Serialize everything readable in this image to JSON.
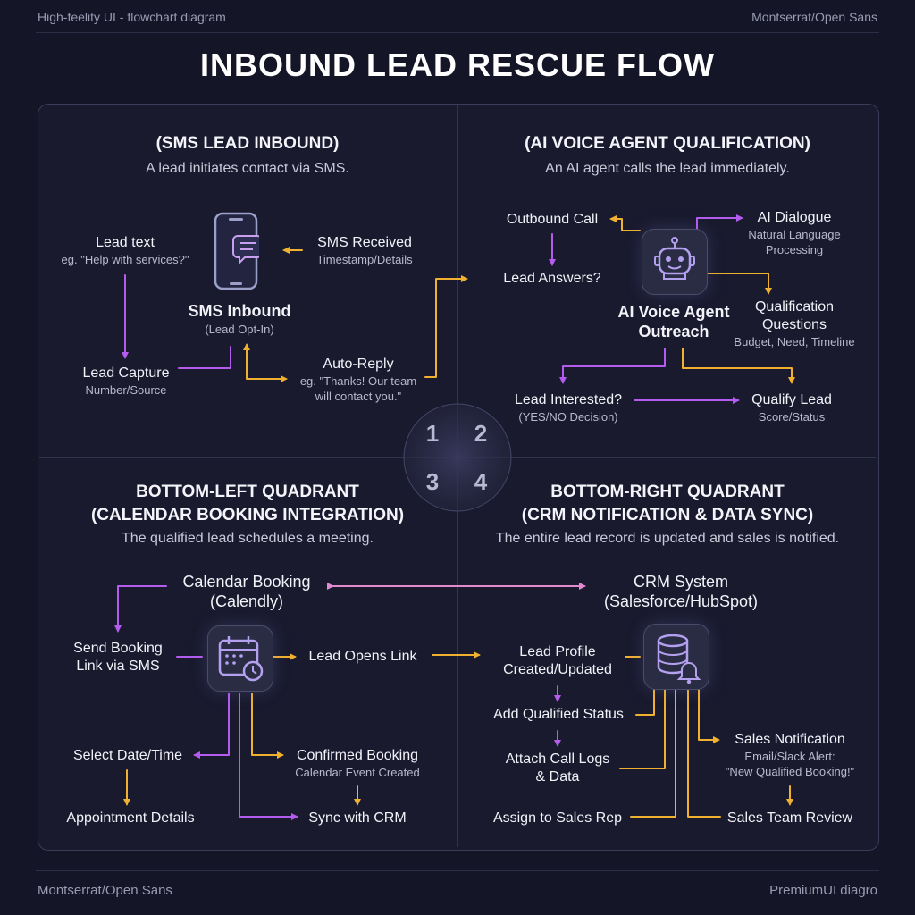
{
  "header": {
    "left_caption": "High-feelity UI - flowchart diagram",
    "right_caption": "Montserrat/Open Sans",
    "title": "INBOUND LEAD RESCUE FLOW"
  },
  "footer": {
    "left_caption": "Montserrat/Open Sans",
    "right_caption": "PremiumUI diagro"
  },
  "center_badges": [
    "1",
    "2",
    "3",
    "4"
  ],
  "colors": {
    "purple": "#b45cf0",
    "orange": "#f0b030",
    "background": "#141526"
  },
  "q1": {
    "title": "(SMS LEAD INBOUND)",
    "subtitle": "A lead initiates contact via SMS.",
    "icon": "smartphone-chat-icon",
    "lead_text": {
      "label": "Lead text",
      "detail": "eg. \"Help with services?\""
    },
    "sms_received": {
      "label": "SMS Received",
      "detail": "Timestamp/Details"
    },
    "sms_inbound": {
      "label": "SMS Inbound",
      "detail": "(Lead Opt-In)"
    },
    "lead_capture": {
      "label": "Lead Capture",
      "detail": "Number/Source"
    },
    "auto_reply": {
      "label": "Auto-Reply",
      "detail_1": "eg. \"Thanks! Our team",
      "detail_2": "will contact you.\""
    }
  },
  "q2": {
    "title": "(AI VOICE AGENT QUALIFICATION)",
    "subtitle": "An AI agent calls the lead immediately.",
    "icon": "robot-icon",
    "outbound_call": {
      "label": "Outbound Call"
    },
    "ai_dialogue": {
      "label": "AI Dialogue",
      "detail_1": "Natural Language",
      "detail_2": "Processing"
    },
    "lead_answers": {
      "label": "Lead Answers?"
    },
    "agent": {
      "label_1": "AI Voice Agent",
      "label_2": "Outreach"
    },
    "qualification": {
      "label_1": "Qualification",
      "label_2": "Questions",
      "detail": "Budget, Need, Timeline"
    },
    "lead_interested": {
      "label": "Lead Interested?",
      "detail": "(YES/NO Decision)"
    },
    "qualify_lead": {
      "label": "Qualify Lead",
      "detail": "Score/Status"
    }
  },
  "q3": {
    "title_1": "BOTTOM-LEFT QUADRANT",
    "title_2": "(CALENDAR BOOKING INTEGRATION)",
    "subtitle": "The qualified lead schedules a meeting.",
    "icon": "calendar-clock-icon",
    "calendar_booking": {
      "label_1": "Calendar Booking",
      "label_2": "(Calendly)"
    },
    "send_link": {
      "label_1": "Send Booking",
      "label_2": "Link via SMS"
    },
    "lead_opens_link": {
      "label": "Lead Opens Link"
    },
    "select_date": {
      "label": "Select Date/Time"
    },
    "confirmed_booking": {
      "label": "Confirmed Booking",
      "detail": "Calendar Event Created"
    },
    "appointment_details": {
      "label": "Appointment Details"
    },
    "sync_crm": {
      "label": "Sync with CRM"
    }
  },
  "q4": {
    "title_1": "BOTTOM-RIGHT QUADRANT",
    "title_2": "(CRM NOTIFICATION & DATA SYNC)",
    "subtitle": "The entire lead record is updated and sales is notified.",
    "icon": "database-bell-icon",
    "crm_system": {
      "label_1": "CRM System",
      "label_2": "(Salesforce/HubSpot)"
    },
    "lead_profile": {
      "label_1": "Lead Profile",
      "label_2": "Created/Updated"
    },
    "add_status": {
      "label": "Add Qualified Status"
    },
    "attach_logs": {
      "label_1": "Attach Call Logs",
      "label_2": "& Data"
    },
    "assign_rep": {
      "label": "Assign to Sales Rep"
    },
    "sales_notification": {
      "label": "Sales Notification",
      "detail_1": "Email/Slack Alert:",
      "detail_2": "\"New Qualified Booking!\""
    },
    "sales_review": {
      "label": "Sales Team Review"
    }
  }
}
